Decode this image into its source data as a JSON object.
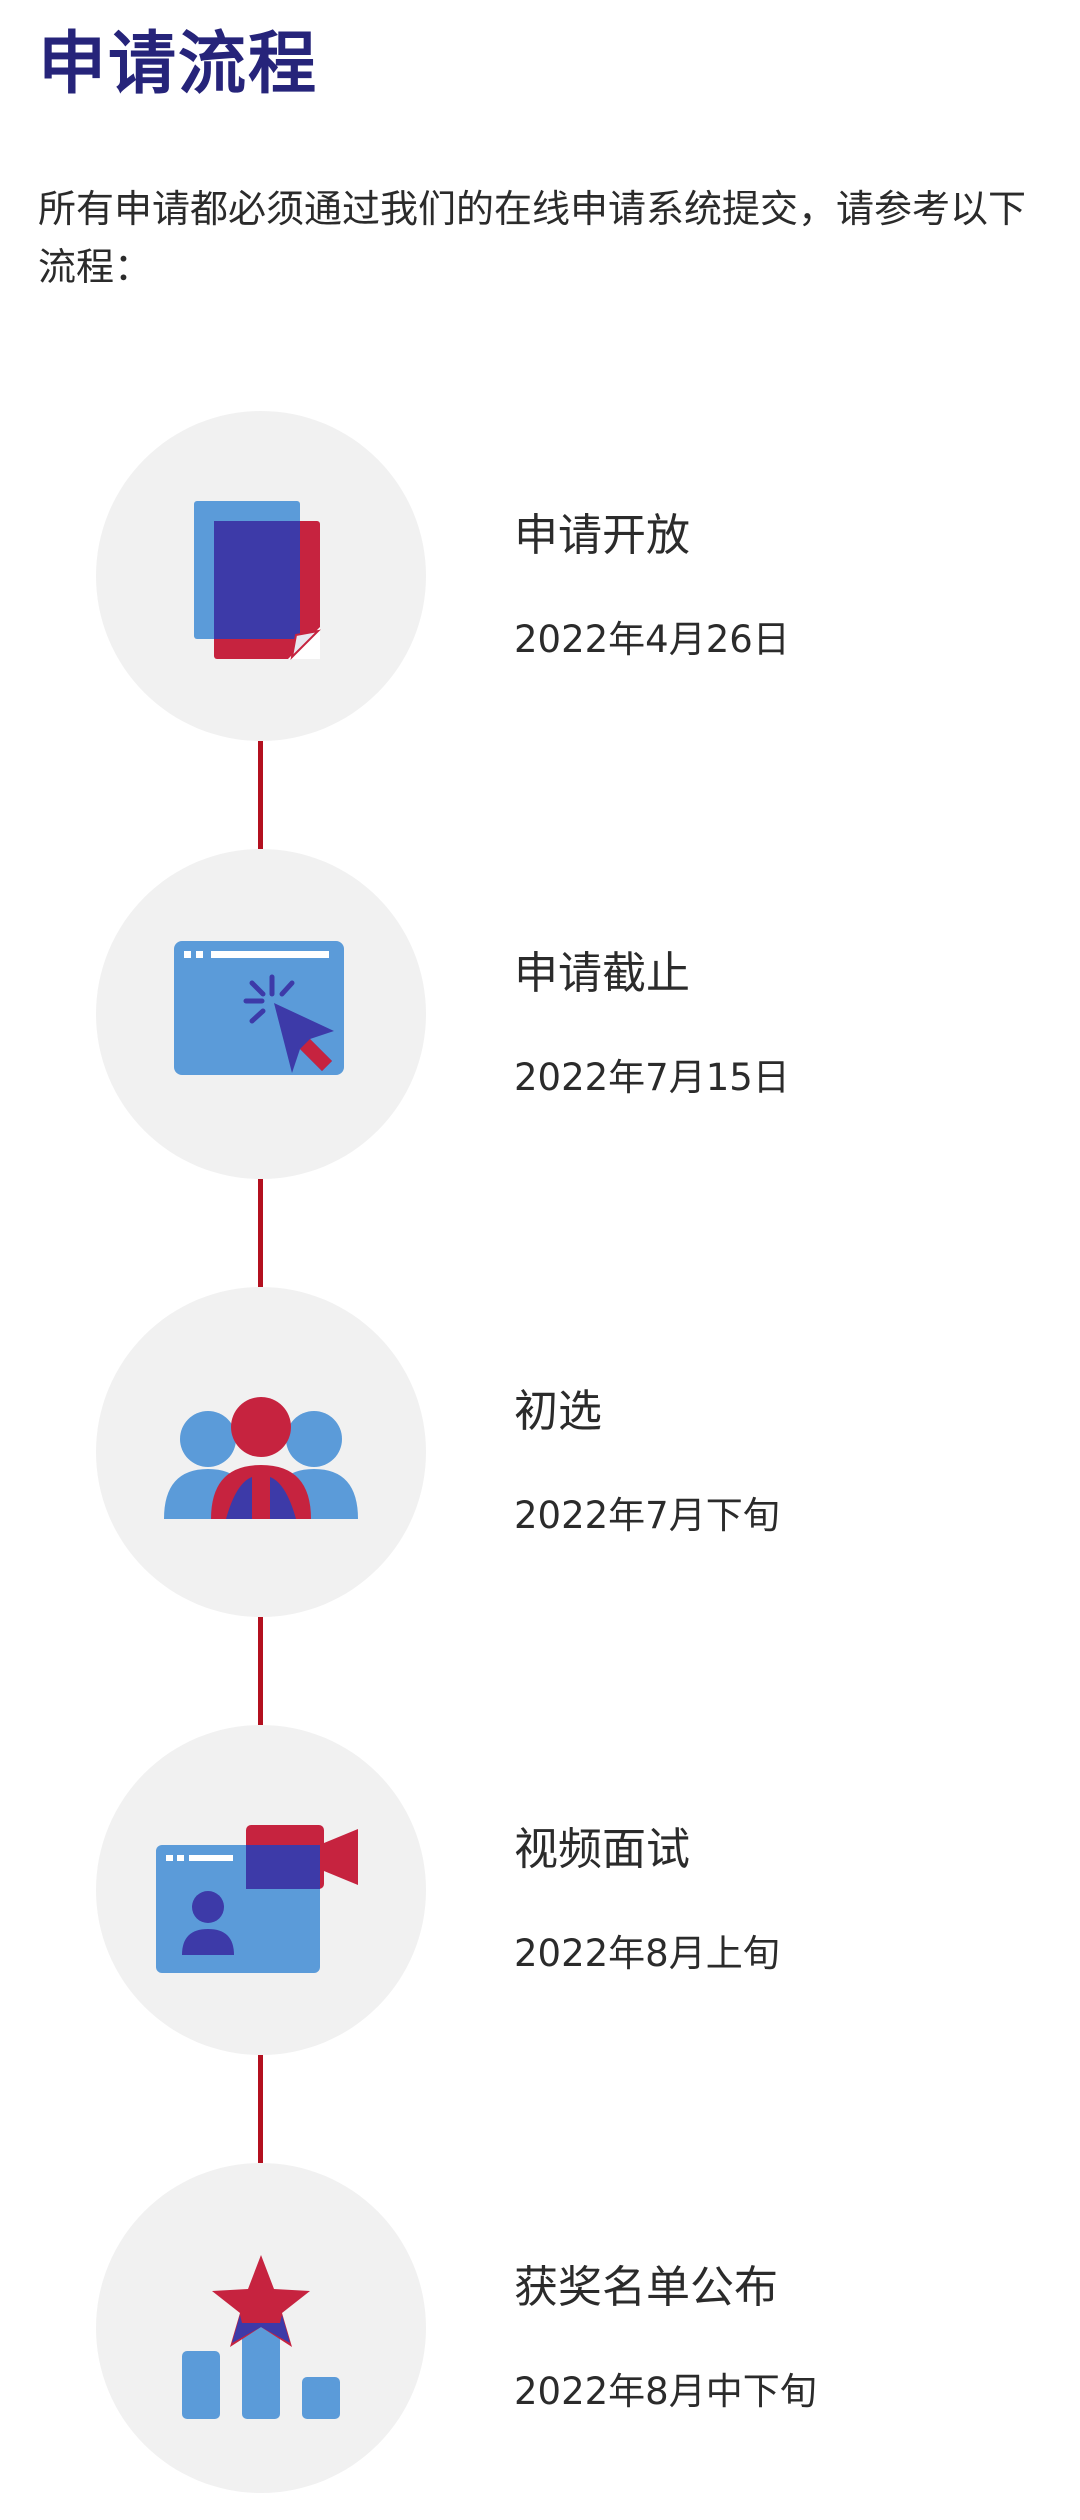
{
  "header": {
    "title": "申请流程",
    "intro": "所有申请都必须通过我们的在线申请系统提交，请参考以下流程："
  },
  "colors": {
    "title": "#26247a",
    "connector": "#b3101f",
    "circle": "#f1f1f1",
    "blue_light": "#5b9bd9",
    "blue_dark": "#3d3aa8",
    "red": "#c6233f"
  },
  "steps": [
    {
      "icon": "documents-icon",
      "title": "申请开放",
      "date": "2022年4月26日"
    },
    {
      "icon": "browser-click-icon",
      "title": "申请截止",
      "date": "2022年7月15日"
    },
    {
      "icon": "group-people-icon",
      "title": "初选",
      "date": "2022年7月下旬"
    },
    {
      "icon": "video-call-icon",
      "title": "视频面试",
      "date": "2022年8月上旬"
    },
    {
      "icon": "star-podium-icon",
      "title": "获奖名单公布",
      "date": "2022年8月中下旬"
    }
  ]
}
